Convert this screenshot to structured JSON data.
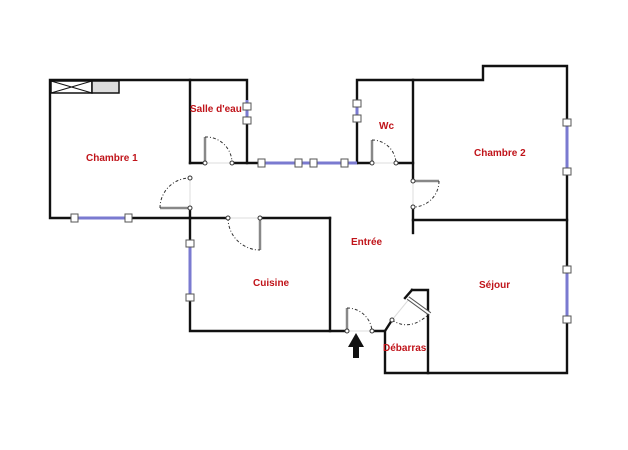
{
  "rooms": {
    "chambre1": "Chambre 1",
    "salle_deau": "Salle d'eau",
    "wc": "Wc",
    "chambre2": "Chambre 2",
    "entree": "Entrée",
    "cuisine": "Cuisine",
    "sejour": "Séjour",
    "debarras": "Débarras"
  },
  "colors": {
    "label": "#c0141a",
    "wall": "#111111",
    "window": "#7a7ad0"
  }
}
